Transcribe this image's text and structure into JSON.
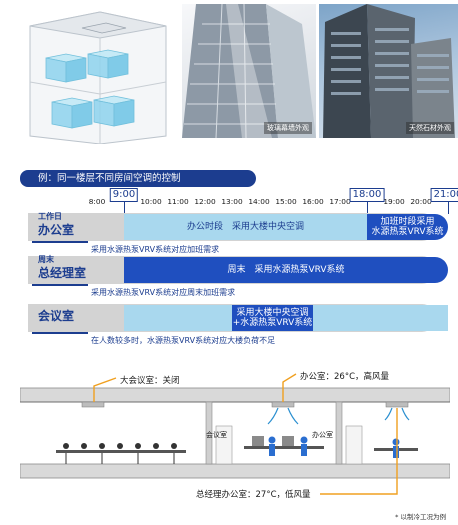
{
  "photos": [
    {
      "caption": "玻璃幕墙外观"
    },
    {
      "caption": "天然石材外观"
    }
  ],
  "schedule": {
    "title": "例：同一楼层不同房间空调的控制",
    "ticks": [
      {
        "label": "8:00",
        "hour": 8,
        "highlight": false
      },
      {
        "label": "9:00",
        "hour": 9,
        "highlight": true
      },
      {
        "label": "10:00",
        "hour": 10,
        "highlight": false
      },
      {
        "label": "11:00",
        "hour": 11,
        "highlight": false
      },
      {
        "label": "12:00",
        "hour": 12,
        "highlight": false
      },
      {
        "label": "13:00",
        "hour": 13,
        "highlight": false
      },
      {
        "label": "14:00",
        "hour": 14,
        "highlight": false
      },
      {
        "label": "15:00",
        "hour": 15,
        "highlight": false
      },
      {
        "label": "16:00",
        "hour": 16,
        "highlight": false
      },
      {
        "label": "17:00",
        "hour": 17,
        "highlight": false
      },
      {
        "label": "18:00",
        "hour": 18,
        "highlight": true
      },
      {
        "label": "19:00",
        "hour": 19,
        "highlight": false
      },
      {
        "label": "20:00",
        "hour": 20,
        "highlight": false
      },
      {
        "label": "21:00",
        "hour": 21,
        "highlight": true
      }
    ],
    "rows": [
      {
        "sub": "工作日",
        "label": "办公室",
        "note": "采用水源热泵VRV系统对应加班需求",
        "segments": [
          {
            "from": 9,
            "to": 18,
            "style": "light",
            "text": "办公时段　采用大楼中央空调"
          },
          {
            "from": 18,
            "to": 21,
            "style": "dark",
            "text": "加班时段采用\n水源热泵VRV系统"
          }
        ]
      },
      {
        "sub": "周末",
        "label": "总经理室",
        "note": "采用水源热泵VRV系统对应周末加班需求",
        "segments": [
          {
            "from": 9,
            "to": 21,
            "style": "dark",
            "text": "周末　采用水源热泵VRV系统"
          }
        ]
      },
      {
        "sub": "",
        "label": "会议室",
        "note": "在人数较多时，水源热泵VRV系统对应大楼负荷不足",
        "segments": [
          {
            "from": 9,
            "to": 13,
            "style": "light",
            "text": ""
          },
          {
            "from": 13,
            "to": 16,
            "style": "dark",
            "text": "采用大楼中央空调\n+水源热泵VRV系统"
          },
          {
            "from": 16,
            "to": 21,
            "style": "light",
            "text": ""
          }
        ]
      }
    ]
  },
  "plan": {
    "callouts": [
      {
        "text": "大会议室：关闭"
      },
      {
        "text": "办公室：26°C，高风量"
      },
      {
        "text": "总经理办公室：27°C，低风量"
      }
    ],
    "room_labels": [
      {
        "text": "会议室"
      },
      {
        "text": "办公室"
      }
    ],
    "footnote": "* 以制冷工况为例"
  }
}
